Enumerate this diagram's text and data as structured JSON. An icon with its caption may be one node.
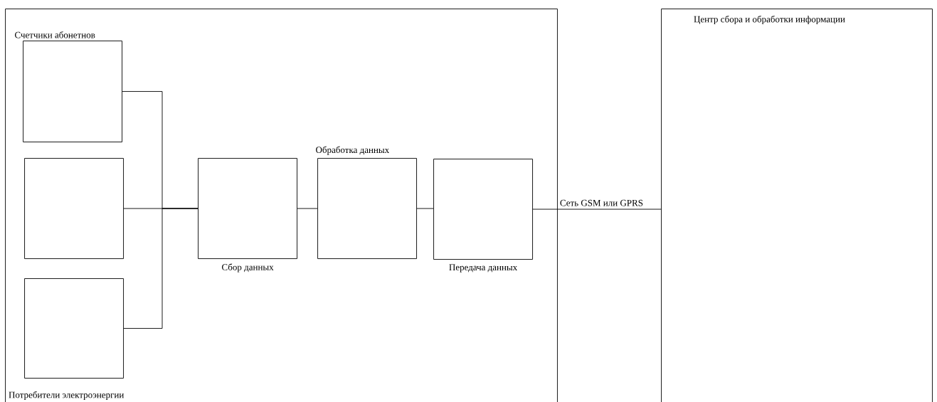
{
  "diagram": {
    "nodes": [
      {
        "text": [
          "Потребители электроэнергии"
        ]
      },
      {
        "text": [],
        "shape": "box",
        "in": 0
      },
      {
        "text": [],
        "shape": "box",
        "in": 0
      },
      {
        "text": [],
        "shape": "box",
        "in": 0
      },
      {
        "text": [
          "Сбор данных"
        ],
        "in": 0
      },
      {
        "text": [
          "Обработка данных"
        ],
        "in": 0
      },
      {
        "text": [
          "Передача данных"
        ],
        "in": 0
      },
      {
        "text": [
          "Центр сбора и обработки информации"
        ]
      }
    ],
    "edges": [
      {
        "from": 1,
        "to": 4,
        "arrow": "none"
      },
      {
        "from": 2,
        "to": 4,
        "arrow": "none"
      },
      {
        "from": 3,
        "to": 4,
        "arrow": "none"
      },
      {
        "from": 4,
        "to": 5,
        "arrow": "none"
      },
      {
        "from": 5,
        "to": 6,
        "arrow": "none"
      },
      {
        "from": 6,
        "to": 7,
        "label": "Сеть GSM или GPRS",
        "arrow": "none"
      }
    ],
    "labels": [
      "Счетчики абонетнов"
    ]
  }
}
